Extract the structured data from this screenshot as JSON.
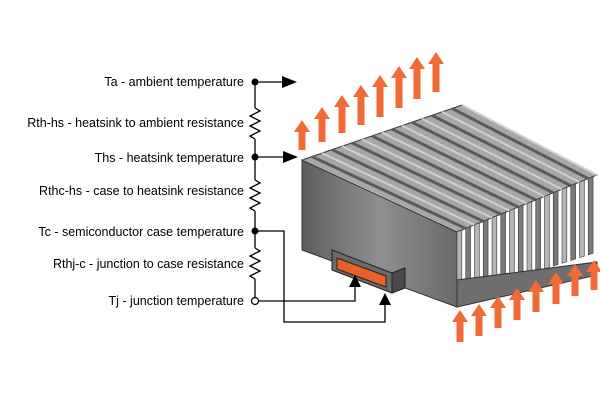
{
  "labels": {
    "ta": "Ta - ambient temperature",
    "rth_hs": "Rth-hs - heatsink to ambient resistance",
    "ths": "Ths - heatsink temperature",
    "rthc_hs": "Rthc-hs - case to heatsink resistance",
    "tc": "Tc - semiconductor case temperature",
    "rthj_c": "Rthj-c - junction to case resistance",
    "tj": "Tj - junction temperature"
  },
  "colors": {
    "heat_arrow": "#f26a36",
    "die": "#e8612b",
    "heatsink_dark": "#4d4d4d",
    "heatsink_mid": "#8a8a8a",
    "heatsink_light": "#bdbdbd",
    "line": "#000000"
  }
}
